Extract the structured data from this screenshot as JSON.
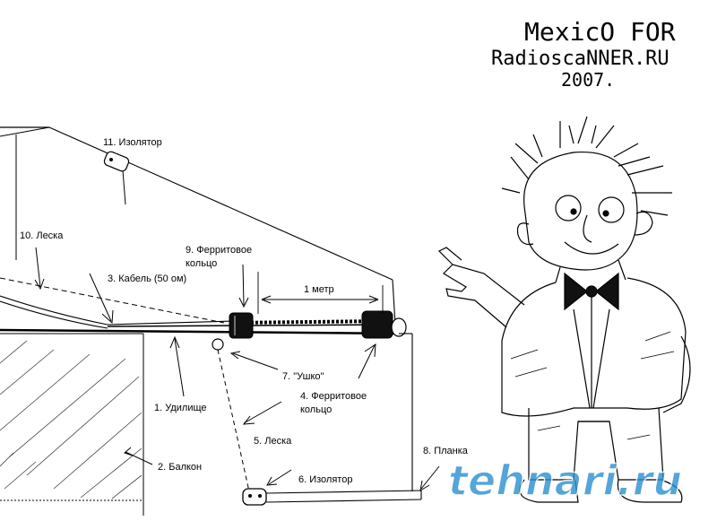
{
  "signature": {
    "line1": "MexicO FOR",
    "line2": "RadioscaNNER.RU",
    "line3": "2007."
  },
  "labels": {
    "insulator_11": "11. Изолятор",
    "line_10": "10. Леска",
    "ferrite_9_a": "9. Ферритовое",
    "ferrite_9_b": "кольцо",
    "cable_3": "3. Кабель (50 ом)",
    "one_meter": "1 метр",
    "rod_1": "1. Удилище",
    "eyelet_7": "7. \"Ушко\"",
    "ferrite_4_a": "4. Ферритовое",
    "ferrite_4_b": "кольцо",
    "balcony_2": "2. Балкон",
    "line_5": "5. Леска",
    "insulator_6": "6. Изолятор",
    "bar_8": "8. Планка"
  },
  "watermark": "tehnari.ru",
  "colors": {
    "ink": "#000000",
    "watermark": "#2a8fd0"
  }
}
